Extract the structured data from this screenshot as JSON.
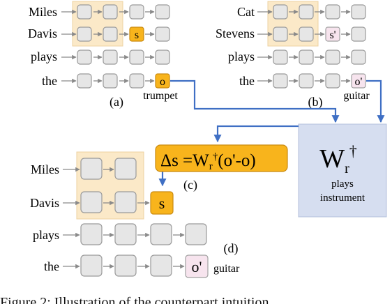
{
  "panel_a": {
    "tokens": [
      "Miles",
      "Davis",
      "plays",
      "the"
    ],
    "s_label": "s",
    "o_label": "o",
    "object": "trumpet",
    "label": "(a)"
  },
  "panel_b": {
    "tokens": [
      "Cat",
      "Stevens",
      "plays",
      "the"
    ],
    "s_label": "s'",
    "o_label": "o'",
    "object": "guitar",
    "label": "(b)"
  },
  "panel_d": {
    "tokens": [
      "Miles",
      "Davis",
      "plays",
      "the"
    ],
    "s_label": "s",
    "o_label": "o'",
    "object": "guitar",
    "label": "(d)"
  },
  "update": {
    "delta": "Δs =W",
    "sub": "r",
    "dagger": "†",
    "tail": "(o'-o)",
    "label": "(c)"
  },
  "relation_box": {
    "W": "W",
    "sub": "r",
    "dagger": "†",
    "line1": "plays",
    "line2": "instrument"
  },
  "caption": "Figure 2: Illustration of the counterpart intuition.",
  "colors": {
    "token_fill": "#e6e6e6",
    "token_stroke": "#9a9a9a",
    "highlight_bg": "#fbe9c8",
    "subject_fill": "#f8b41c",
    "object_new_fill": "#f7e4ee",
    "relation_fill": "#d6def0",
    "arrow_blue": "#3f6fc4"
  }
}
